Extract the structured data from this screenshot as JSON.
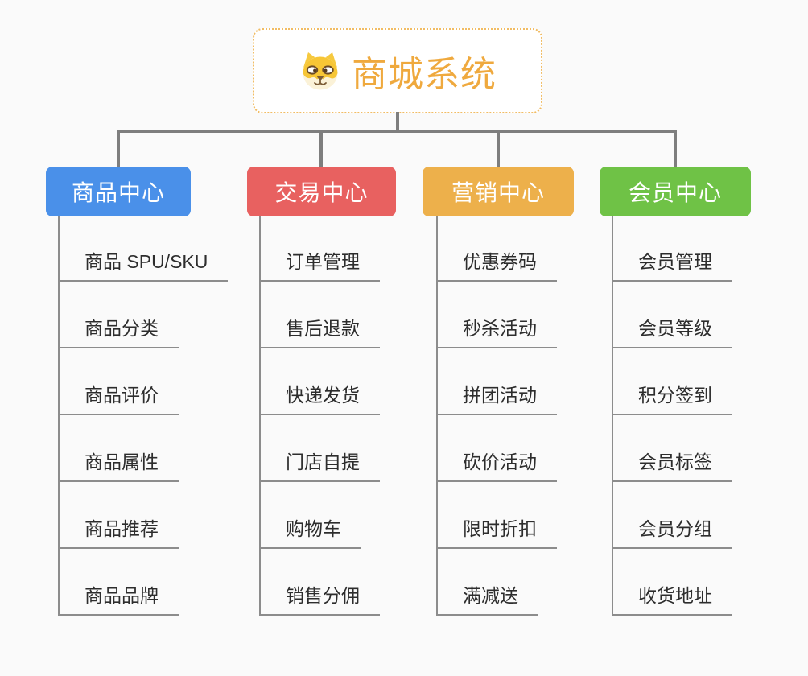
{
  "root": {
    "title": "商城系统",
    "title_color": "#efa93e",
    "icon": "dog-face-icon"
  },
  "connector_color": "#7e7e7e",
  "background_color": "#fafafa",
  "branches": [
    {
      "label": "商品中心",
      "color": "#4a90e9",
      "items": [
        "商品 SPU/SKU",
        "商品分类",
        "商品评价",
        "商品属性",
        "商品推荐",
        "商品品牌"
      ]
    },
    {
      "label": "交易中心",
      "color": "#e86160",
      "items": [
        "订单管理",
        "售后退款",
        "快递发货",
        "门店自提",
        "购物车",
        "销售分佣"
      ]
    },
    {
      "label": "营销中心",
      "color": "#edb04b",
      "items": [
        "优惠券码",
        "秒杀活动",
        "拼团活动",
        "砍价活动",
        "限时折扣",
        "满减送"
      ]
    },
    {
      "label": "会员中心",
      "color": "#6fc246",
      "items": [
        "会员管理",
        "会员等级",
        "积分签到",
        "会员标签",
        "会员分组",
        "收货地址"
      ]
    }
  ]
}
